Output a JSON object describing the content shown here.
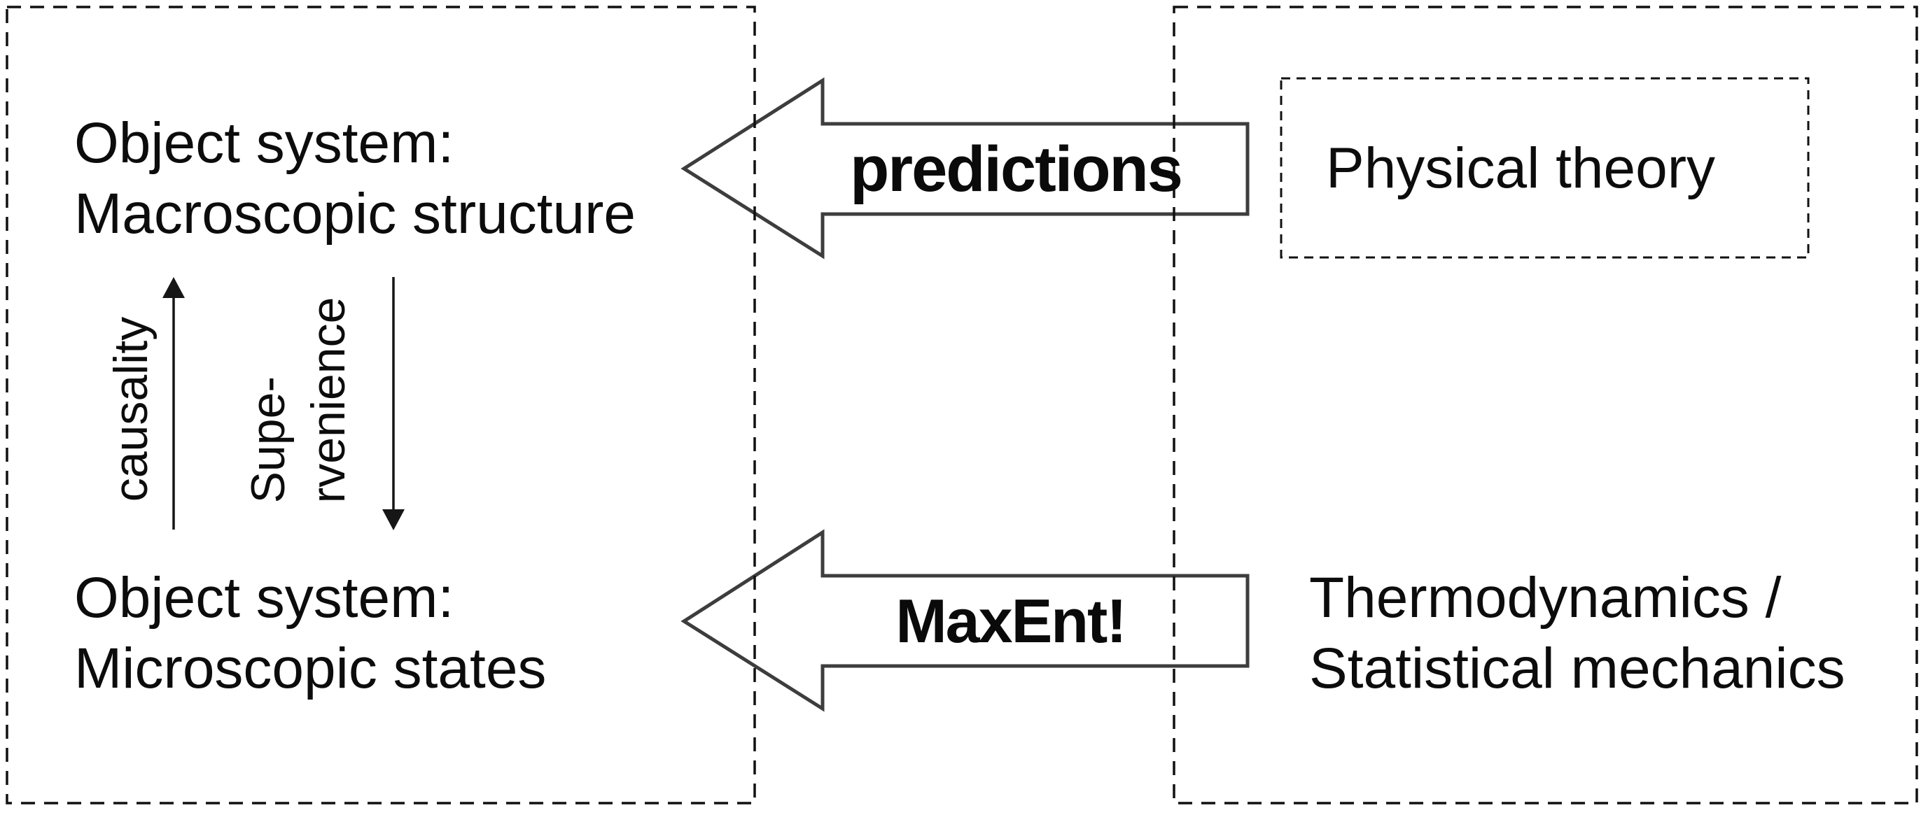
{
  "left_panel": {
    "macro": {
      "line1": "Object system:",
      "line2": "Macroscopic structure"
    },
    "micro": {
      "line1": "Object system:",
      "line2": "Microscopic states"
    },
    "causality": "causality",
    "supervenience": {
      "line1": "Supe-",
      "line2": "rvenience"
    }
  },
  "right_panel": {
    "physical_theory": "Physical theory",
    "thermo": {
      "line1": "Thermodynamics /",
      "line2": "Statistical mechanics"
    }
  },
  "arrows": {
    "predictions": "predictions",
    "maxent": "MaxEnt!"
  },
  "colors": {
    "background": "#ffffff",
    "text": "#0c0c0c",
    "dashed_border": "#111111",
    "block_arrow_outline": "#3d3d3d",
    "block_arrow_fill": "#ffffff",
    "thin_arrow": "#161616"
  }
}
